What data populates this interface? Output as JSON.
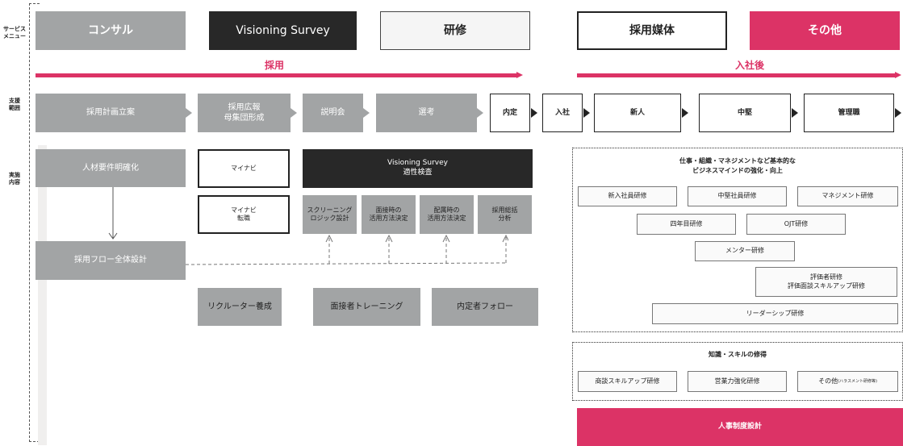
{
  "side_labels": {
    "service_menu": [
      "サービス",
      "メニュー"
    ],
    "support_range": [
      "支援",
      "範囲"
    ],
    "implementation": [
      "実施",
      "内容"
    ]
  },
  "menu": {
    "consult": "コンサル",
    "survey": "Visioning Survey",
    "training": "研修",
    "media": "採用媒体",
    "other": "その他"
  },
  "phases": {
    "recruit": "採用",
    "after_join": "入社後"
  },
  "flow": {
    "plan": "採用計画立案",
    "pr_1": "採用広報",
    "pr_2": "母集団形成",
    "briefing": "説明会",
    "selection": "選考",
    "offer": "内定",
    "join": "入社",
    "new_hire": "新人",
    "mid_level": "中堅",
    "manager": "管理職"
  },
  "impl": {
    "requirements": "人材要件明確化",
    "flow_design": "採用フロー全体設計",
    "mynavi": "マイナビ",
    "mynavi_change_1": "マイナビ",
    "mynavi_change_2": "転職",
    "vs_1": "Visioning Survey",
    "vs_2": "適性検査",
    "screening_1": "スクリーニング",
    "screening_2": "ロジック設計",
    "interview_use_1": "面接時の",
    "interview_use_2": "活用方法決定",
    "assign_use_1": "配属時の",
    "assign_use_2": "活用方法決定",
    "summary_1": "採用総括",
    "summary_2": "分析",
    "recruiter": "リクルーター養成",
    "interviewer": "面接者トレーニング",
    "offer_follow": "内定者フォロー"
  },
  "training": {
    "heading_1": "仕事・組織・マネジメントなど基本的な",
    "heading_2": "ビジネスマインドの強化・向上",
    "new_staff": "新入社員研修",
    "mid_staff": "中堅社員研修",
    "management": "マネジメント研修",
    "fourth_year": "四年目研修",
    "ojt": "OJT研修",
    "mentor": "メンター研修",
    "evaluator_1": "評価者研修",
    "evaluator_2": "評価面談スキルアップ研修",
    "leadership": "リーダーシップ研修",
    "knowledge_heading": "知識・スキルの修得",
    "sales_talk": "商談スキルアップ研修",
    "sales_power": "営業力強化研修",
    "other_main": "その他",
    "other_note": "(ハラスメント研修等)",
    "hr_system": "人事制度設計"
  },
  "colors": {
    "accent": "#dc3366",
    "gray": "#a2a4a5",
    "dark": "#282828"
  }
}
